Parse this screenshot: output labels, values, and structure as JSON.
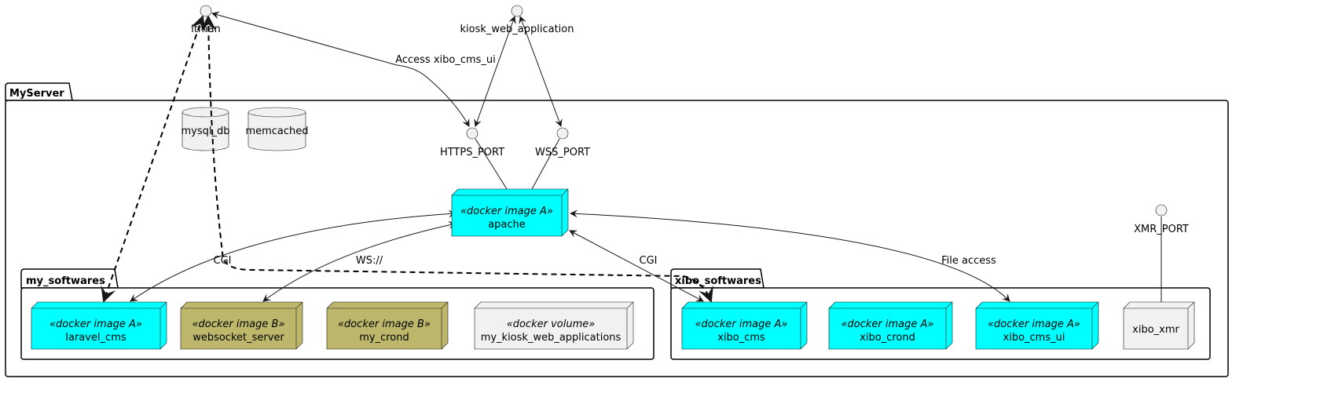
{
  "interfaces": {
    "itman": "itman",
    "kiosk": "kiosk_web_application",
    "https": "HTTPS_PORT",
    "wss": "WSS_PORT",
    "xmr": "XMR_PORT"
  },
  "packages": {
    "server": "MyServer",
    "my_softwares": "my_softwares",
    "xibo_softwares": "xibo_softwares"
  },
  "databases": {
    "mysql": "mysql_db",
    "memcached": "memcached"
  },
  "nodes": {
    "apache": {
      "stereotype": "«docker image A»",
      "name": "apache"
    },
    "laravel": {
      "stereotype": "«docker image A»",
      "name": "laravel_cms"
    },
    "websocket": {
      "stereotype": "«docker image B»",
      "name": "websocket_server"
    },
    "my_crond": {
      "stereotype": "«docker image B»",
      "name": "my_crond"
    },
    "kiosk_vol": {
      "stereotype": "«docker volume»",
      "name": "my_kiosk_web_applications"
    },
    "xibo_cms": {
      "stereotype": "«docker image A»",
      "name": "xibo_cms"
    },
    "xibo_crond": {
      "stereotype": "«docker image A»",
      "name": "xibo_crond"
    },
    "xibo_cms_ui": {
      "stereotype": "«docker image A»",
      "name": "xibo_cms_ui"
    },
    "xibo_xmr": {
      "name": "xibo_xmr"
    }
  },
  "edges": {
    "access": "Access xibo_cms_ui",
    "cgi1": "CGI",
    "ws": "WS://",
    "cgi2": "CGI",
    "file": "File access"
  },
  "colors": {
    "imageA": "#00FFFF",
    "imageB": "#BDB76B",
    "default": "#F1F1F1"
  }
}
